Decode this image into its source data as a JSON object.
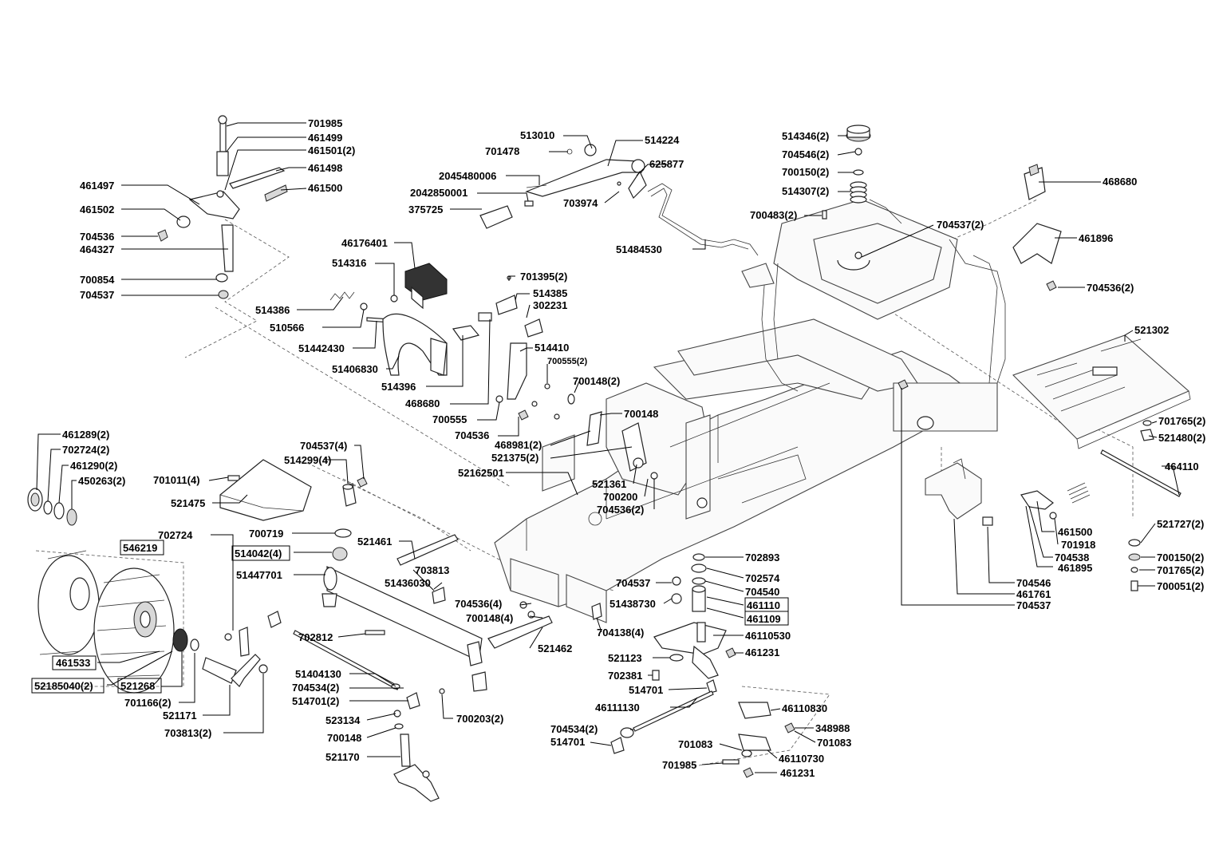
{
  "labels": {
    "l_701985_top": "701985",
    "l_461499": "461499",
    "l_461501": "461501(2)",
    "l_461498": "461498",
    "l_461497": "461497",
    "l_461500": "461500",
    "l_461502": "461502",
    "l_704536_a": "704536",
    "l_464327": "464327",
    "l_700854": "700854",
    "l_704537_a": "704537",
    "l_513010": "513010",
    "l_701478": "701478",
    "l_514224": "514224",
    "l_625877": "625877",
    "l_2045480006": "2045480006",
    "l_2042850001": "2042850001",
    "l_375725": "375725",
    "l_703974": "703974",
    "l_51484530": "51484530",
    "l_514346": "514346(2)",
    "l_704546_2": "704546(2)",
    "l_700150_2a": "700150(2)",
    "l_514307": "514307(2)",
    "l_700483": "700483(2)",
    "l_704537_2": "704537(2)",
    "l_468680_r": "468680",
    "l_461896": "461896",
    "l_704536_2r": "704536(2)",
    "l_46176401": "46176401",
    "l_514316": "514316",
    "l_701395": "701395(2)",
    "l_514385": "514385",
    "l_302231": "302231",
    "l_514386": "514386",
    "l_510566": "510566",
    "l_51442430": "51442430",
    "l_51406830": "51406830",
    "l_514410": "514410",
    "l_700555_2": "700555(2)",
    "l_514396": "514396",
    "l_700148_2a": "700148(2)",
    "l_468680_l": "468680",
    "l_700148_a": "700148",
    "l_700555": "700555",
    "l_704536_b": "704536",
    "l_468981": "468981(2)",
    "l_521375": "521375(2)",
    "l_52162501": "52162501",
    "l_521361": "521361",
    "l_700200": "700200",
    "l_704536_2b": "704536(2)",
    "l_521302": "521302",
    "l_701765_a": "701765(2)",
    "l_521480": "521480(2)",
    "l_464110": "464110",
    "l_461289": "461289(2)",
    "l_702724_2": "702724(2)",
    "l_461290": "461290(2)",
    "l_450263": "450263(2)",
    "l_701011": "701011(4)",
    "l_704537_4": "704537(4)",
    "l_514299": "514299(4)",
    "l_521475": "521475",
    "l_702724": "702724",
    "l_700719": "700719",
    "l_546219": "546219",
    "l_514042": "514042(4)",
    "l_51447701": "51447701",
    "l_521461": "521461",
    "l_703813": "703813",
    "l_51436030": "51436030",
    "l_704537_b": "704537",
    "l_51438730": "51438730",
    "l_704536_4": "704536(4)",
    "l_700148_4": "700148(4)",
    "l_704138": "704138(4)",
    "l_521462": "521462",
    "l_702893": "702893",
    "l_702574": "702574",
    "l_704540": "704540",
    "l_461110": "461110",
    "l_461109": "461109",
    "l_46110530": "46110530",
    "l_461231_a": "461231",
    "l_521123": "521123",
    "l_702381": "702381",
    "l_514701_a": "514701",
    "l_46111130": "46111130",
    "l_46110830": "46110830",
    "l_704534_a": "704534(2)",
    "l_348988": "348988",
    "l_514701_b": "514701",
    "l_701083_a": "701083",
    "l_701083_b": "701083",
    "l_46110730": "46110730",
    "l_701985_b": "701985",
    "l_461231_b": "461231",
    "l_461533": "461533",
    "l_52185040": "52185040(2)",
    "l_521268": "521268",
    "l_701166": "701166(2)",
    "l_521171": "521171",
    "l_703813_2": "703813(2)",
    "l_702812": "702812",
    "l_51404130": "51404130",
    "l_704534_b": "704534(2)",
    "l_514701_c": "514701(2)",
    "l_523134": "523134",
    "l_700148_b": "700148",
    "l_521170": "521170",
    "l_700203": "700203(2)",
    "l_461500_r": "461500",
    "l_701918": "701918",
    "l_704538": "704538",
    "l_461895": "461895",
    "l_704546": "704546",
    "l_461761": "461761",
    "l_704537_c": "704537",
    "l_521727": "521727(2)",
    "l_700150_2b": "700150(2)",
    "l_701765_b": "701765(2)",
    "l_700051": "700051(2)"
  }
}
